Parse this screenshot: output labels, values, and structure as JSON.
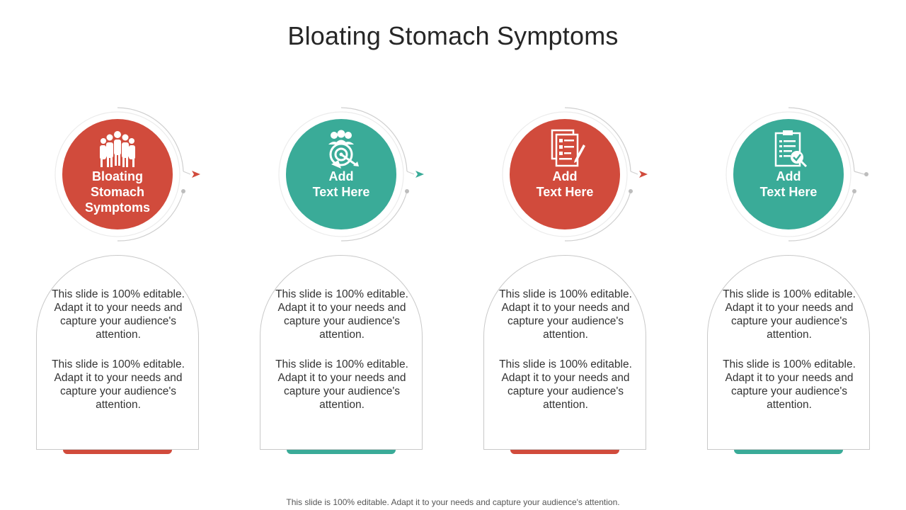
{
  "title": "Bloating Stomach Symptoms",
  "colors": {
    "red": "#d14b3c",
    "teal": "#3aab98"
  },
  "steps": [
    {
      "label": "Bloating\nStomach\nSymptoms",
      "icon": "people-group-icon",
      "color": "red",
      "text1": "This slide is 100% editable. Adapt it to your needs and capture your audience's attention.",
      "text2": "This slide is 100% editable. Adapt it to your needs and capture your audience's attention."
    },
    {
      "label": "Add\nText Here",
      "icon": "team-target-icon",
      "color": "teal",
      "text1": "This slide is 100% editable. Adapt it to your needs and capture your audience's attention.",
      "text2": "This slide is 100% editable. Adapt it to your needs and capture your audience's attention."
    },
    {
      "label": "Add\nText Here",
      "icon": "documents-pen-icon",
      "color": "red",
      "text1": "This slide is 100% editable. Adapt it to your needs and capture your audience's attention.",
      "text2": "This slide is 100% editable. Adapt it to your needs and capture your audience's attention."
    },
    {
      "label": "Add\nText Here",
      "icon": "clipboard-check-icon",
      "color": "teal",
      "text1": "This slide is 100% editable. Adapt it to your needs and capture your audience's attention.",
      "text2": "This slide is 100% editable. Adapt it to your needs and capture your audience's attention."
    }
  ],
  "footer": "This slide is 100% editable. Adapt it to your needs and capture your audience's attention."
}
